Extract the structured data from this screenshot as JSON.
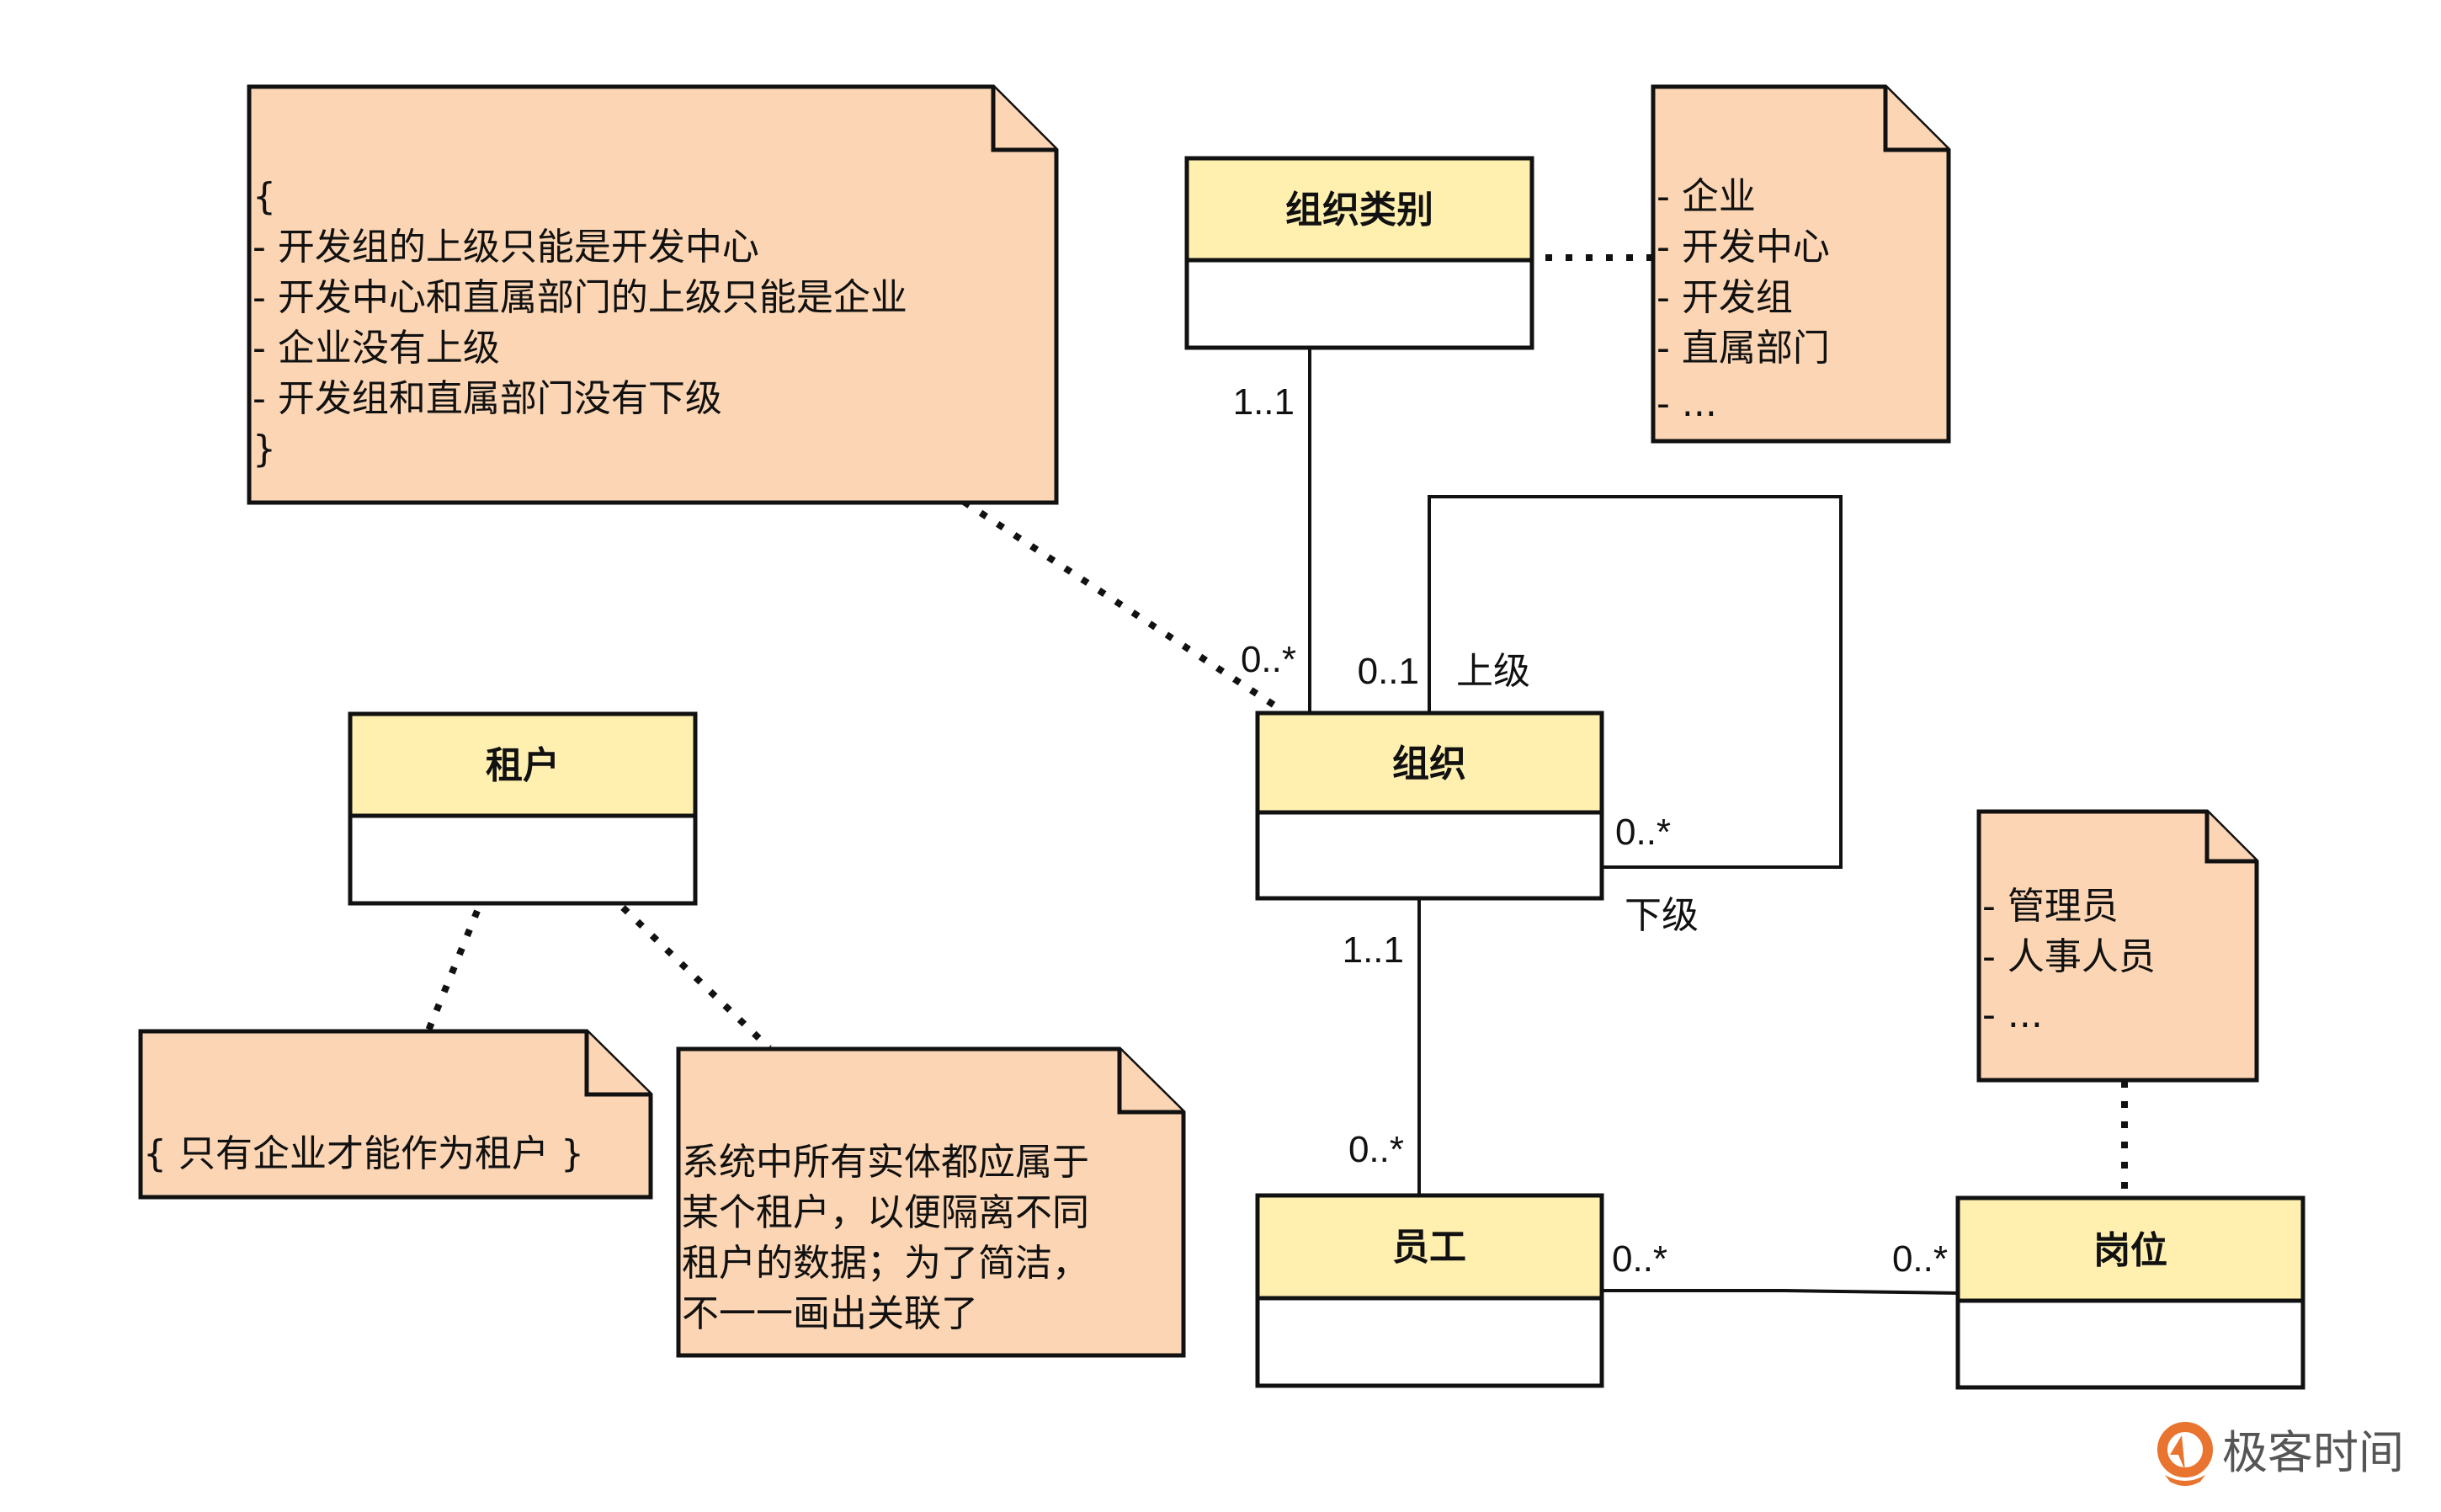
{
  "diagram": {
    "type": "UML class diagram",
    "classes": {
      "org_type": "组织类别",
      "org": "组织",
      "tenant": "租户",
      "employee": "员工",
      "position": "岗位"
    },
    "notes": {
      "org_rules": [
        "{",
        "- 开发组的上级只能是开发中心",
        "- 开发中心和直属部门的上级只能是企业",
        "- 企业没有上级",
        "- 开发组和直属部门没有下级",
        "}"
      ],
      "org_types": [
        "- 企业",
        "- 开发中心",
        "- 开发组",
        "- 直属部门",
        "- ..."
      ],
      "tenant_rule": "{ 只有企业才能作为租户 }",
      "tenant_scope": [
        "系统中所有实体都应属于",
        "某个租户，以便隔离不同",
        "租户的数据；为了简洁，",
        "不一一画出关联了"
      ],
      "positions": [
        "- 管理员",
        "- 人事人员",
        "- ..."
      ]
    },
    "associations": {
      "org_type_to_org": {
        "source_mult": "1..1",
        "target_mult": "0..*"
      },
      "org_self": {
        "parent_mult": "0..1",
        "parent_role": "上级",
        "child_mult": "0..*",
        "child_role": "下级"
      },
      "org_to_employee": {
        "source_mult": "1..1",
        "target_mult": "0..*"
      },
      "employee_to_position": {
        "source_mult": "0..*",
        "target_mult": "0..*"
      }
    },
    "colors": {
      "class_header": "#fff0b0",
      "note_fill": "#fcd6b4",
      "line": "#111111",
      "logo_orange": "#e8742f",
      "logo_text": "#555555"
    }
  },
  "watermark": {
    "brand": "极客时间",
    "icon": "geektime-logo-icon"
  }
}
